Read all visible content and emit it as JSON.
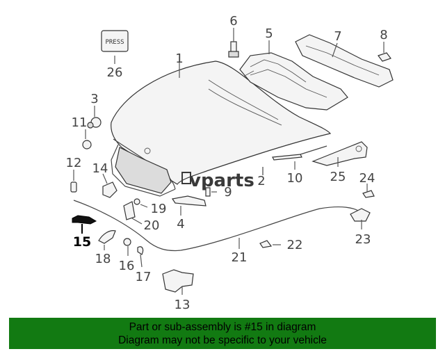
{
  "diagram": {
    "press_label": "PRESS",
    "watermark": "vparts",
    "callouts": {
      "c1": "1",
      "c2": "2",
      "c3": "3",
      "c4": "4",
      "c5": "5",
      "c6": "6",
      "c7": "7",
      "c8": "8",
      "c9": "9",
      "c10": "10",
      "c11": "11",
      "c12": "12",
      "c13": "13",
      "c14": "14",
      "c15": "15",
      "c16": "16",
      "c17": "17",
      "c18": "18",
      "c19": "19",
      "c20": "20",
      "c21": "21",
      "c22": "22",
      "c23": "23",
      "c24": "24",
      "c25": "25",
      "c26": "26"
    },
    "highlight_color": "#000000",
    "line_color": "#444444"
  },
  "banner": {
    "line1": "Part or sub-assembly is #15 in diagram",
    "line2": "Diagram may not be specific to your vehicle",
    "background": "#127a12"
  }
}
